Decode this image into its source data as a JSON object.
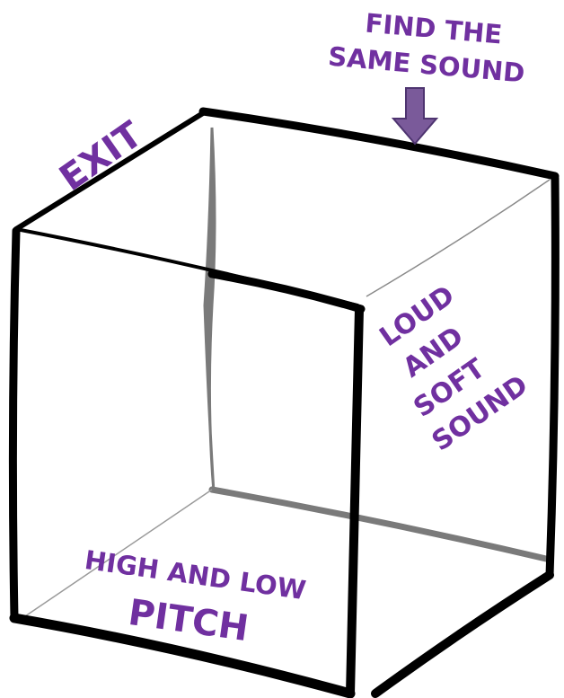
{
  "menu": {
    "find_same_sound": {
      "line1": "FIND THE",
      "line2": "SAME SOUND"
    },
    "exit": {
      "label": "EXIT"
    },
    "loud_soft": {
      "line1": "LOUD",
      "line2": "AND",
      "line3": "SOFT",
      "line4": "SOUND"
    },
    "high_low": {
      "line1": "HIGH AND LOW",
      "line2": "PITCH"
    }
  },
  "colors": {
    "label": "#7030a0",
    "arrow": "#7a5a9a",
    "cube_outline": "#000000",
    "cube_inner": "#7a7a7a"
  },
  "icons": {
    "arrow": "down-arrow-icon",
    "cube": "cube-icon"
  }
}
